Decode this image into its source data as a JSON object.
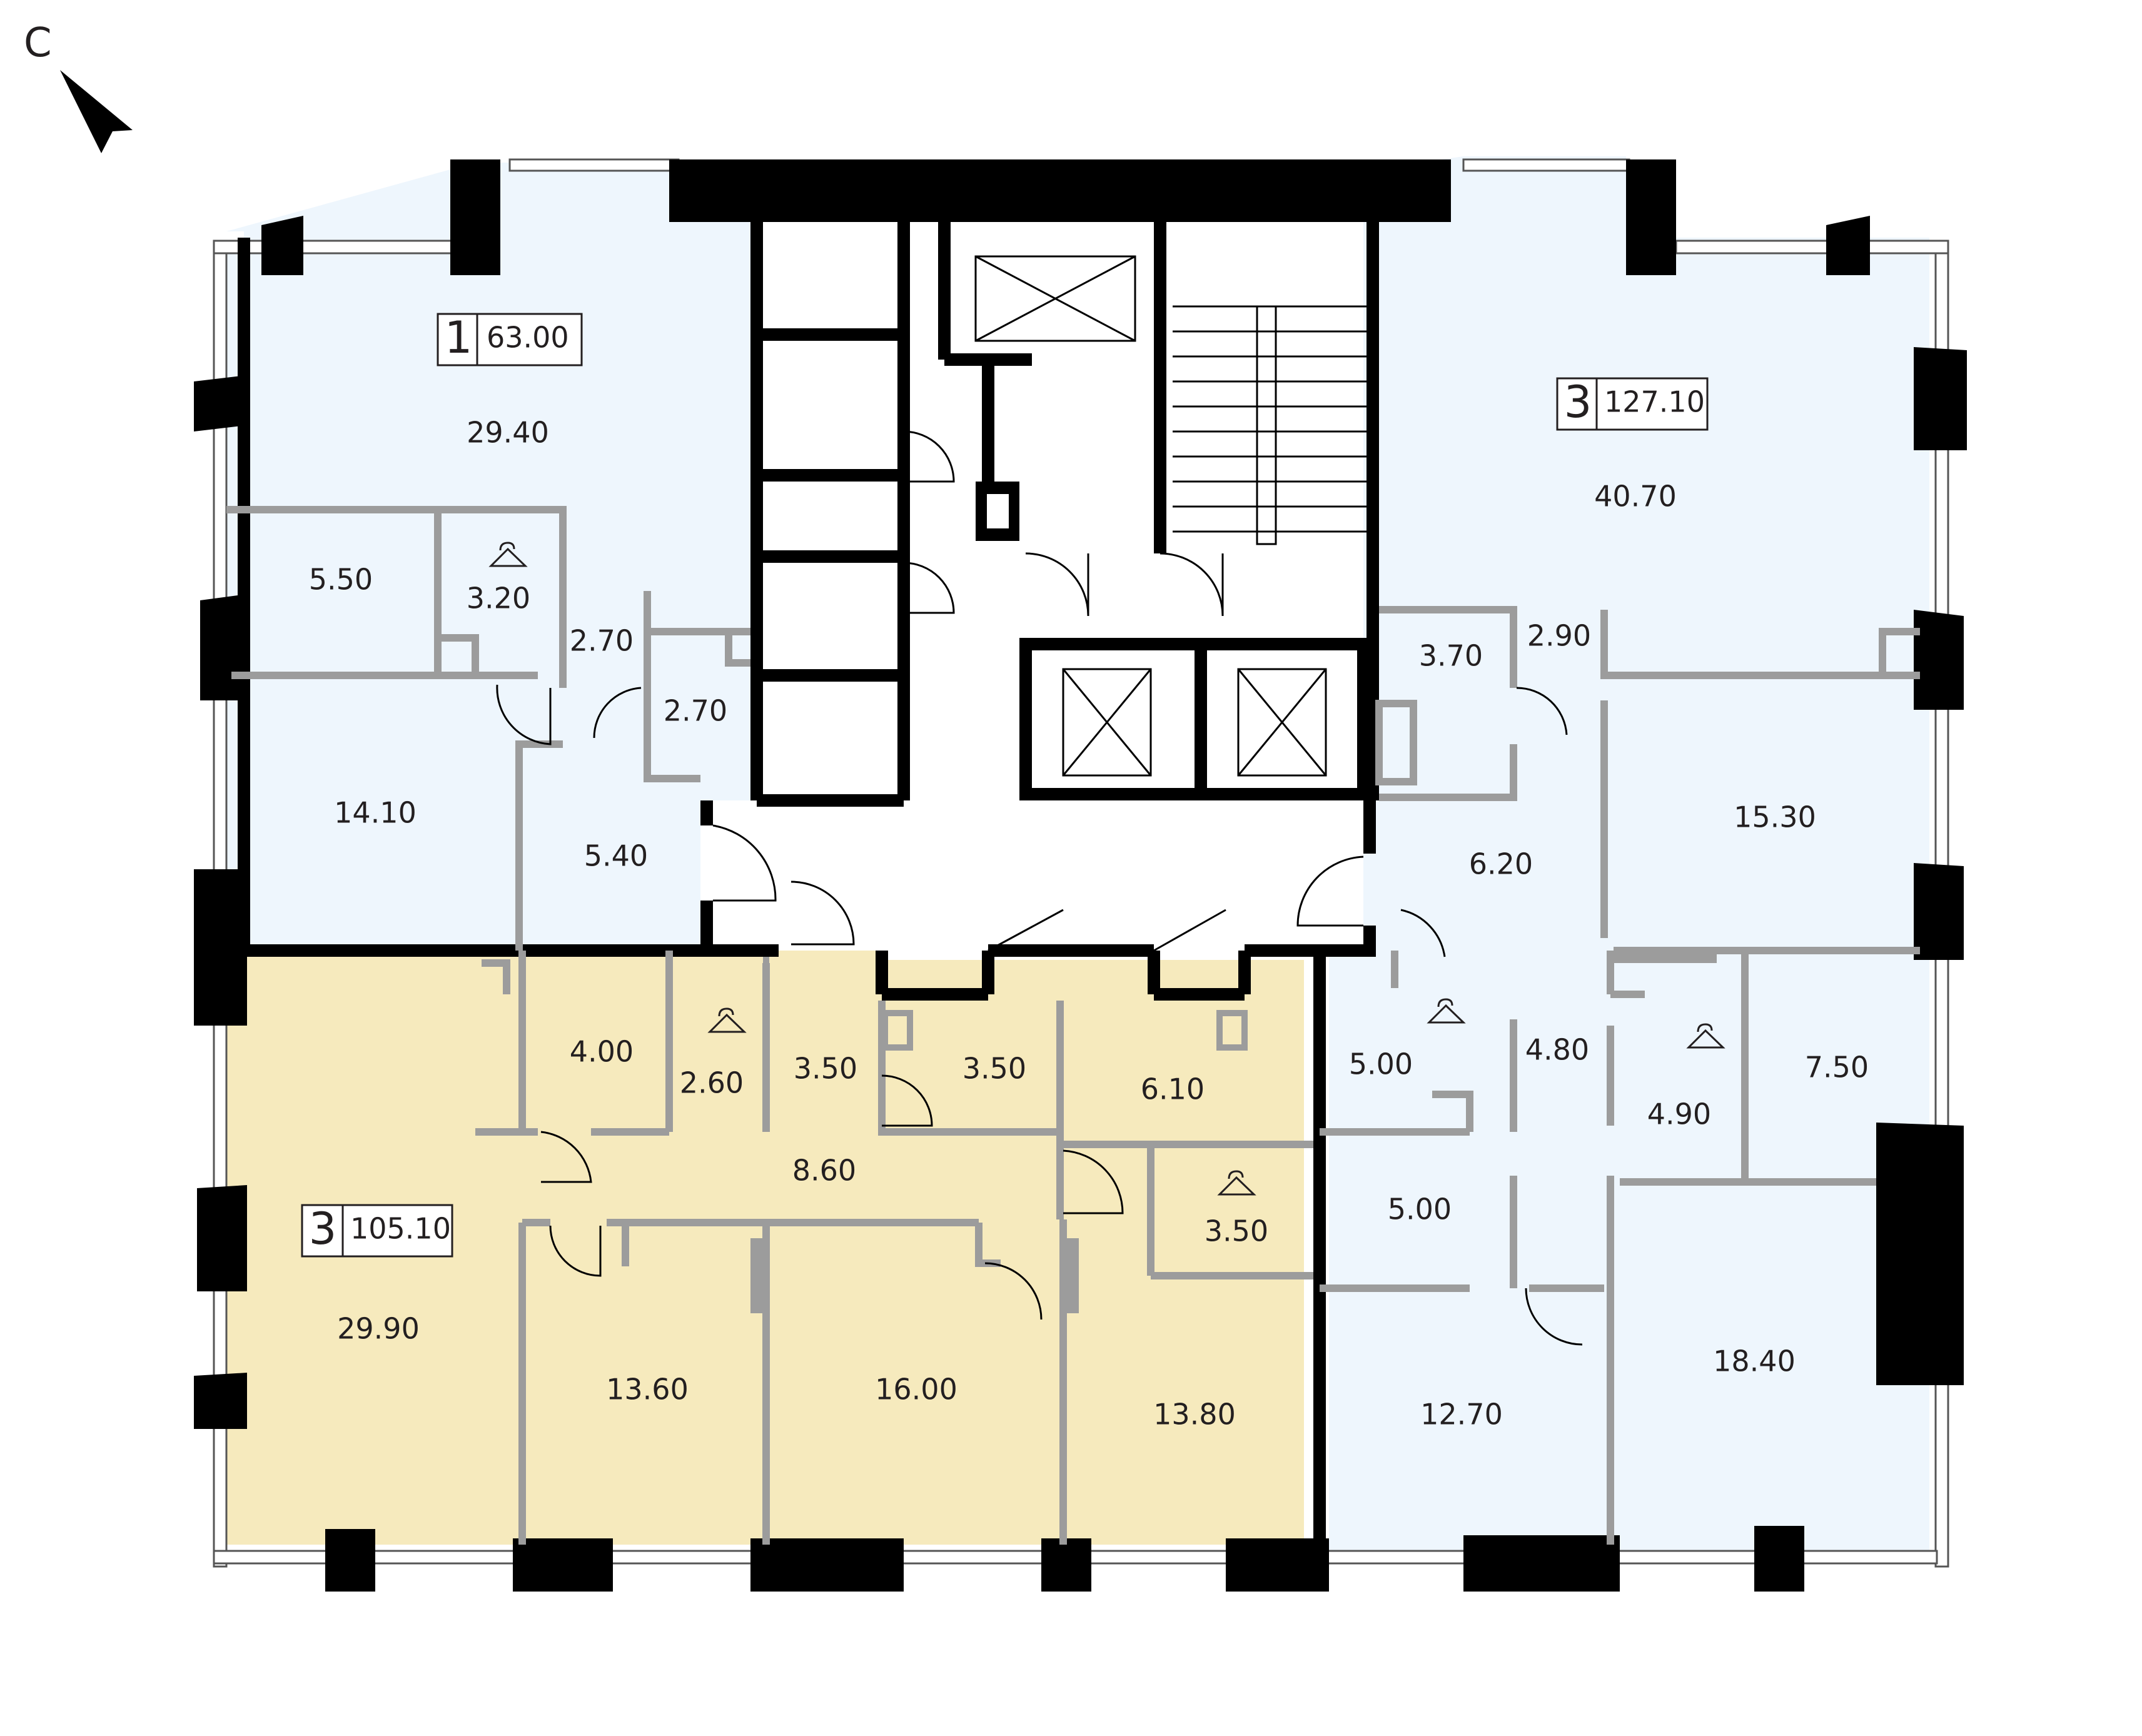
{
  "compass": {
    "label": "С",
    "icon": "north-arrow-icon"
  },
  "colors": {
    "apartment_blue": "#eef6fd",
    "apartment_yellow": "#f6eabd",
    "walls": "#000000",
    "partitions": "#9c9c9c"
  },
  "apartments": [
    {
      "number": "1",
      "total": "63.00",
      "fill": "apartment_blue"
    },
    {
      "number": "3",
      "total": "127.10",
      "fill": "apartment_blue"
    },
    {
      "number": "3",
      "total": "105.10",
      "fill": "apartment_yellow"
    }
  ],
  "rooms": {
    "apt1": [
      "29.40",
      "5.50",
      "3.20",
      "2.70",
      "2.70",
      "14.10",
      "5.40"
    ],
    "apt2": [
      "40.70",
      "3.70",
      "2.90",
      "15.30",
      "6.20",
      "5.00",
      "4.80",
      "4.90",
      "7.50",
      "5.00",
      "12.70",
      "18.40"
    ],
    "apt3": [
      "4.00",
      "2.60",
      "3.50",
      "3.50",
      "6.10",
      "8.60",
      "3.50",
      "29.90",
      "13.60",
      "16.00",
      "13.80"
    ]
  },
  "icons": [
    "wardrobe-hanger-icon",
    "elevator-shaft-icon",
    "staircase-icon",
    "door-swing-icon"
  ]
}
